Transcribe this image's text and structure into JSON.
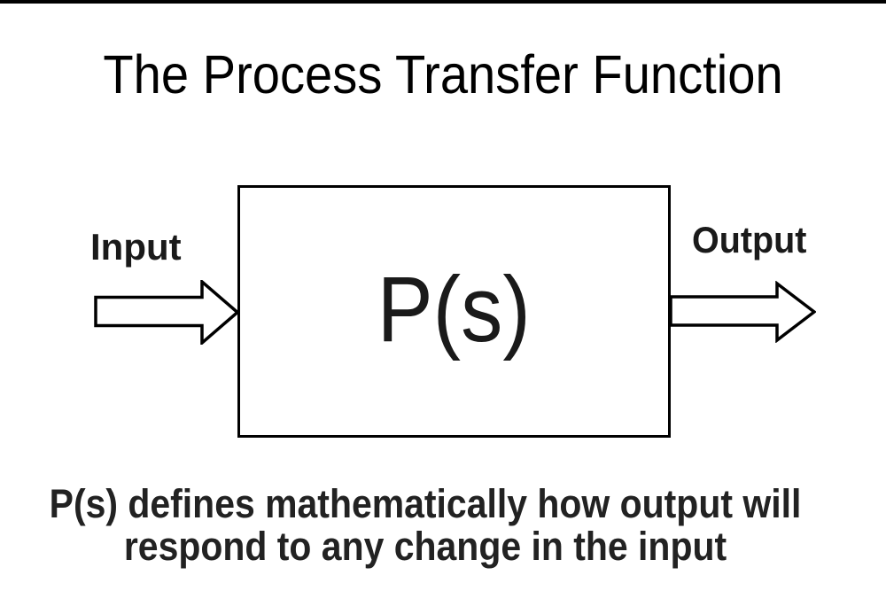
{
  "slide": {
    "title": "The Process Transfer Function",
    "diagram": {
      "input_label": "Input",
      "output_label": "Output",
      "process_block_label": "P(s)"
    },
    "caption": {
      "line1": "P(s) defines mathematically how output will",
      "line2": "respond to any change in the input"
    },
    "colors": {
      "background": "#ffffff",
      "text": "#111111",
      "border": "#000000",
      "arrow_fill": "#ffffff",
      "arrow_stroke": "#000000"
    }
  }
}
